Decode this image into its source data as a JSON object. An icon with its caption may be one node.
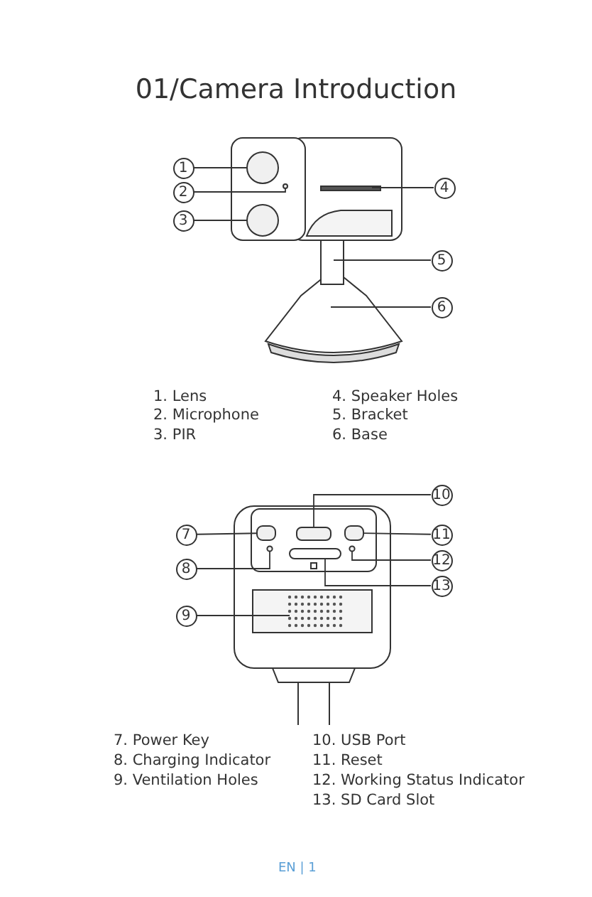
{
  "diagram": {
    "title": "01/Camera Introduction",
    "nodes": [
      {
        "text": [
          "1"
        ]
      },
      {
        "text": [
          "2"
        ]
      },
      {
        "text": [
          "3"
        ]
      },
      {
        "text": [
          "4"
        ]
      },
      {
        "text": [
          "5"
        ]
      },
      {
        "text": [
          "6"
        ]
      },
      {
        "text": [
          "7"
        ]
      },
      {
        "text": [
          "8"
        ]
      },
      {
        "text": [
          "9"
        ]
      },
      {
        "text": [
          "10"
        ]
      },
      {
        "text": [
          "11"
        ]
      },
      {
        "text": [
          "12"
        ]
      },
      {
        "text": [
          "13"
        ]
      },
      {
        "text": [],
        "shape": "circle"
      },
      {
        "text": [],
        "shape": "circle"
      },
      {
        "text": [],
        "shape": "circle"
      },
      {
        "text": [],
        "shape": "box"
      },
      {
        "text": [],
        "shape": "box"
      },
      {
        "text": [],
        "shape": "box"
      },
      {
        "text": [],
        "shape": "circle"
      },
      {
        "text": [],
        "shape": "circle"
      }
    ],
    "edges": [
      {
        "from": 0,
        "to": 13,
        "arrow": "none"
      },
      {
        "from": 1,
        "to": 14,
        "arrow": "none"
      },
      {
        "from": 2,
        "to": 15,
        "arrow": "none"
      },
      {
        "from": 3,
        "to": null,
        "arrow": "none"
      },
      {
        "from": 4,
        "to": null,
        "arrow": "none"
      },
      {
        "from": 5,
        "to": null,
        "arrow": "none"
      },
      {
        "from": 6,
        "to": 16,
        "arrow": "none"
      },
      {
        "from": 7,
        "to": 19,
        "arrow": "none"
      },
      {
        "from": 8,
        "to": null,
        "arrow": "none"
      },
      {
        "from": 9,
        "to": 17,
        "arrow": "none"
      },
      {
        "from": 10,
        "to": 18,
        "arrow": "none"
      },
      {
        "from": 11,
        "to": 20,
        "arrow": "none"
      },
      {
        "from": 12,
        "to": null,
        "arrow": "none"
      }
    ],
    "labels": [
      "1. Lens",
      "4. Speaker Holes",
      "2. Microphone",
      "5. Bracket",
      "3. PIR",
      "6. Base",
      "7. Power Key",
      "10. USB Port",
      "8. Charging Indicator",
      "11. Reset",
      "9. Ventilation Holes",
      "12. Working Status Indicator",
      "13. SD Card Slot",
      "EN | 1"
    ]
  }
}
